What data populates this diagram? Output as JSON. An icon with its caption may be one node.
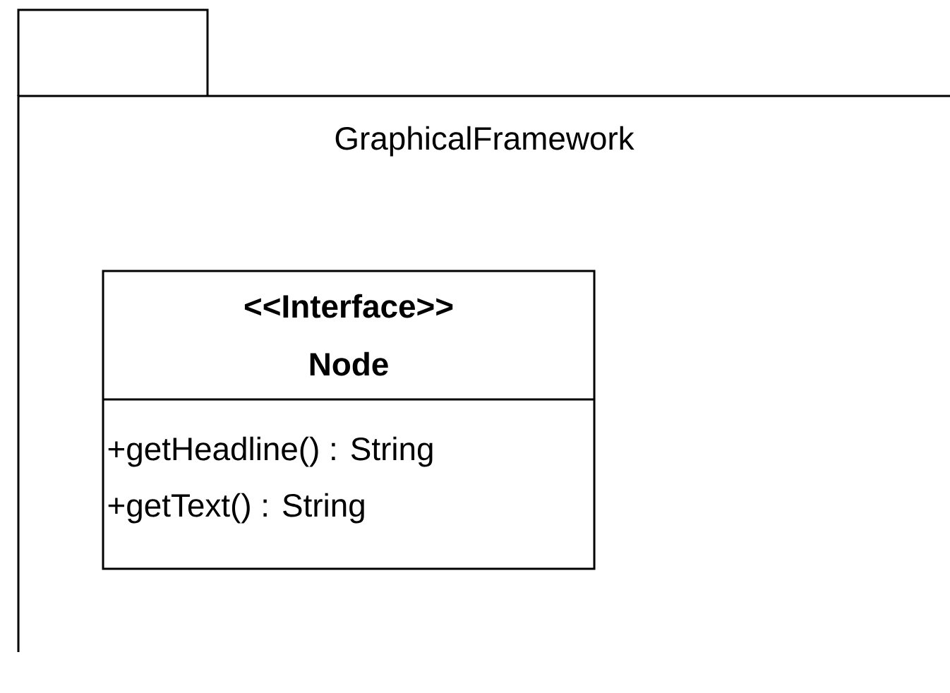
{
  "diagram": {
    "nodes": [
      {
        "text": [
          "GraphicalFramework"
        ]
      },
      {
        "text": [
          "<<Interface>>",
          "Node",
          "+getHeadline() : String",
          "+getText() : String"
        ],
        "in": 0
      }
    ]
  }
}
